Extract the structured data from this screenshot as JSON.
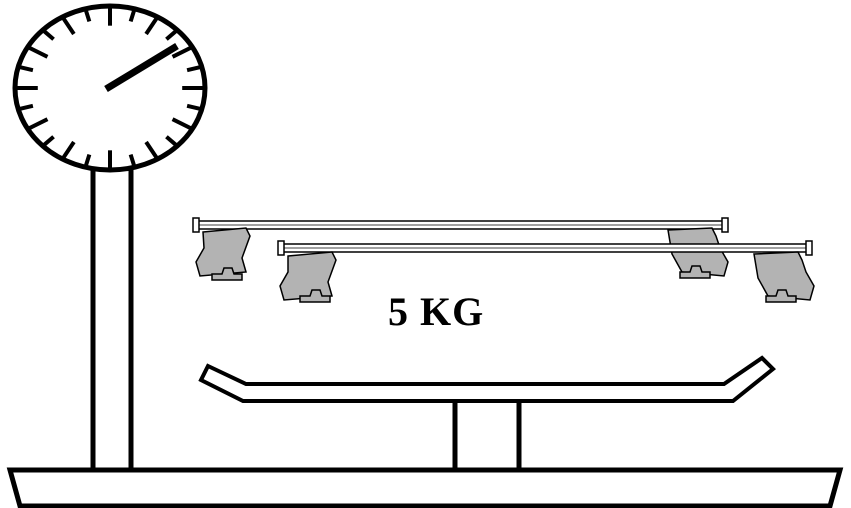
{
  "weight_label": "5 KG",
  "colors": {
    "stroke": "#000000",
    "foot_fill": "#b3b3b3",
    "background": "#ffffff"
  },
  "dial": {
    "major_ticks": 12,
    "hand_reading_hour": 2
  }
}
